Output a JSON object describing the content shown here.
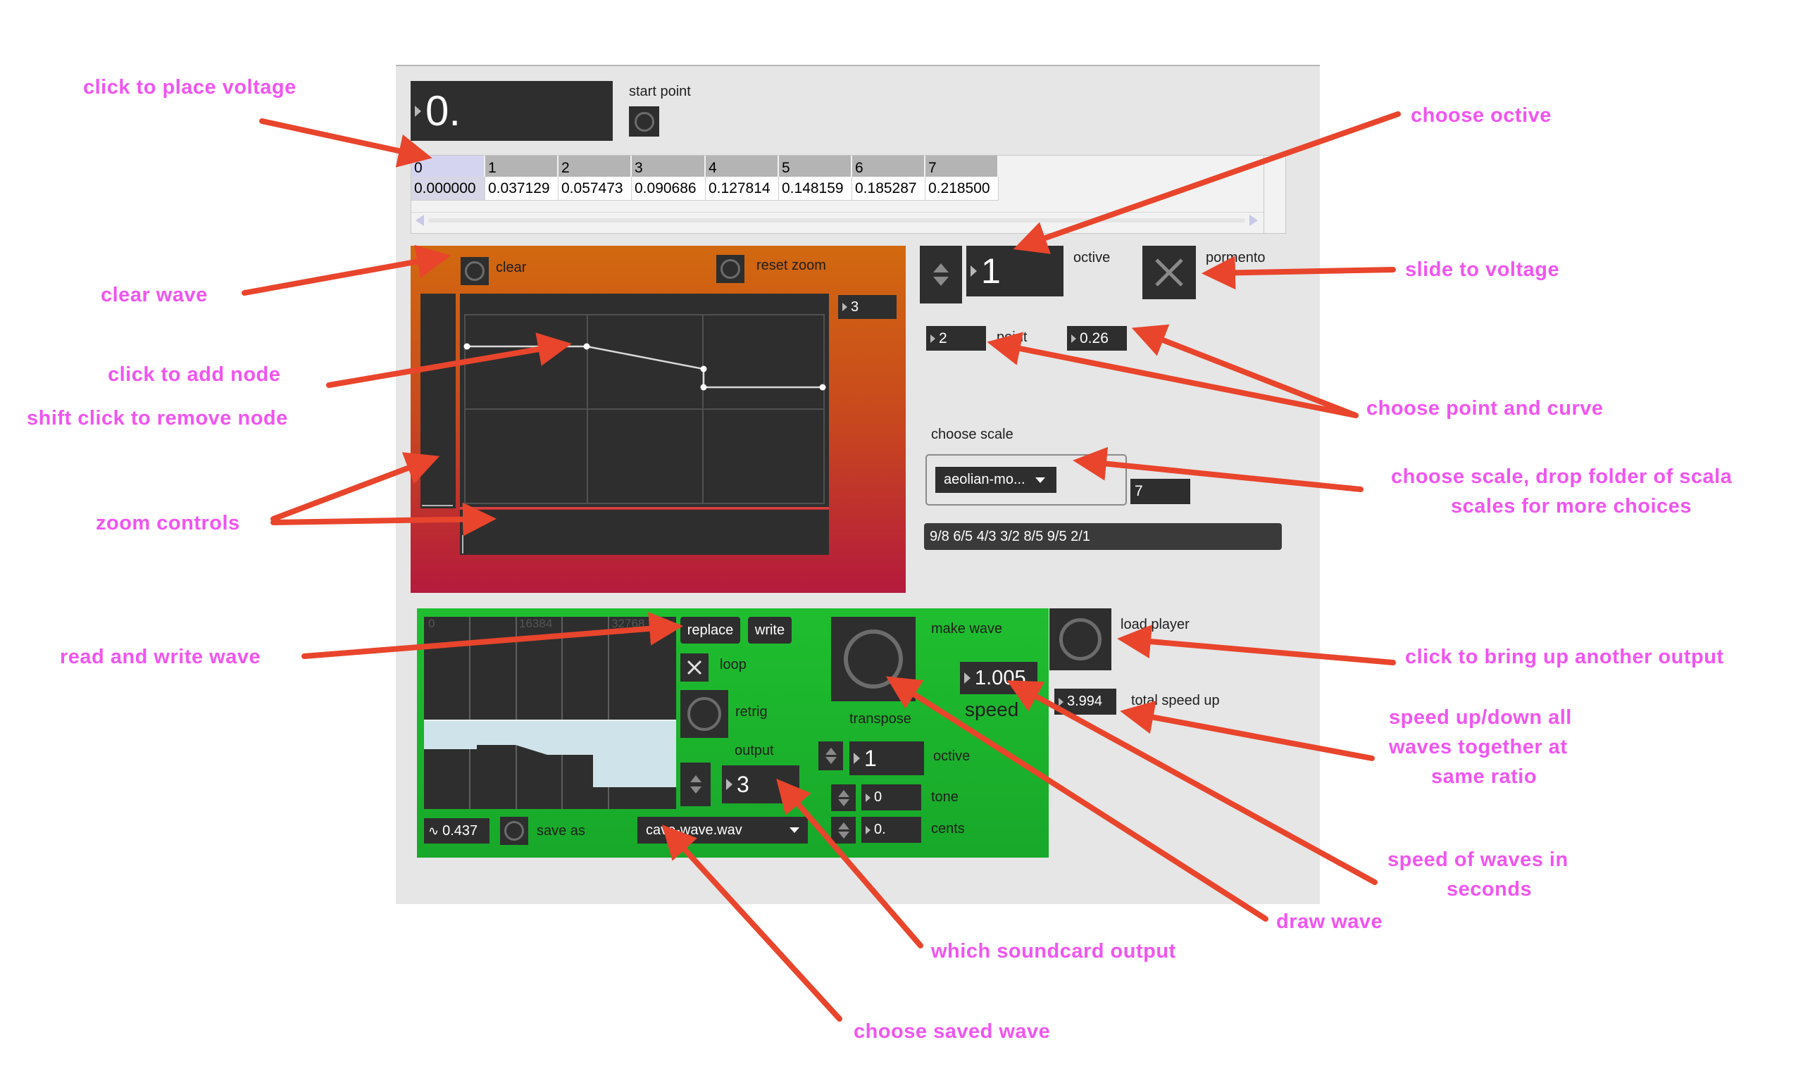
{
  "voltage": {
    "value": "0."
  },
  "start_point": {
    "label": "start point"
  },
  "table": {
    "headers": [
      "0",
      "1",
      "2",
      "3",
      "4",
      "5",
      "6",
      "7"
    ],
    "values": [
      "0.000000",
      "0.037129",
      "0.057473",
      "0.090686",
      "0.127814",
      "0.148159",
      "0.185287",
      "0.218500"
    ]
  },
  "wave_editor": {
    "clear_label": "clear",
    "reset_zoom_label": "reset zoom",
    "segments_value": "3"
  },
  "octive": {
    "value": "1",
    "label": "octive"
  },
  "portamento": {
    "label": "pormento"
  },
  "point": {
    "value": "2",
    "label": "point"
  },
  "curve": {
    "value": "0.26"
  },
  "scale": {
    "label": "choose scale",
    "selected": "aeolian-mo...",
    "count": "7",
    "ratios": "9/8 6/5 4/3 3/2 8/5 9/5 2/1"
  },
  "player": {
    "buffer_ticks": [
      "0",
      "16384",
      "32768"
    ],
    "replace_label": "replace",
    "write_label": "write",
    "loop_label": "loop",
    "retrig_label": "retrig",
    "output_label": "output",
    "output_value": "3",
    "make_wave_label": "make wave",
    "speed_value": "1.005",
    "speed_label": "speed",
    "transpose_label": "transpose",
    "octive_value": "1",
    "octive_label": "octive",
    "tone_value": "0",
    "tone_label": "tone",
    "cents_value": "0.",
    "cents_label": "cents",
    "level_value": "0.437",
    "save_as_label": "save as",
    "file_selected": "cave-wave.wav"
  },
  "load_player": {
    "label": "load player"
  },
  "total_speed": {
    "value": "3.994",
    "label": "total speed up"
  },
  "annotations": {
    "click_voltage": "click to place voltage",
    "clear_wave": "clear wave",
    "add_node": "click to add node",
    "remove_node": "shift click to remove node",
    "zoom": "zoom controls",
    "read_write": "read and write wave",
    "octive": "choose octive",
    "slide": "slide to voltage",
    "point_curve": "choose point  and curve",
    "scale_line1": "choose scale, drop folder of scala",
    "scale_line2": "scales for more choices",
    "another_output": "click to bring up another output",
    "speed_all_1": "speed up/down all",
    "speed_all_2": "waves together at",
    "speed_all_3": "same ratio",
    "speed_waves_1": "speed of waves in",
    "speed_waves_2": "seconds",
    "draw_wave": "draw wave",
    "soundcard": "which  soundcard output",
    "saved_wave": "choose saved wave"
  },
  "colors": {
    "annotation": "#f055f0",
    "arrow": "#e8452c",
    "player_bg": "#1fbe2f",
    "editor_top": "#d2690f",
    "editor_bottom": "#b51a3c"
  }
}
